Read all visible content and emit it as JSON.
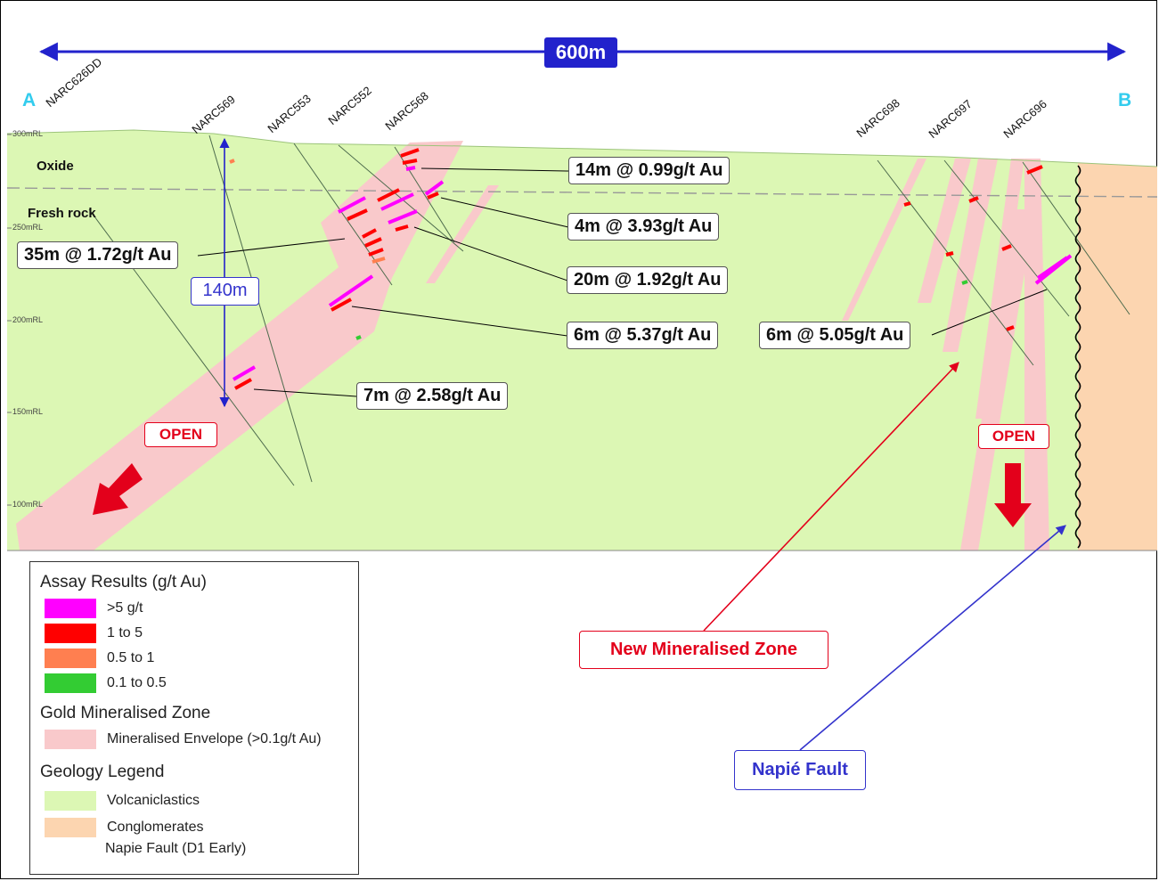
{
  "scale_bar": {
    "label": "600m"
  },
  "section_ends": {
    "start": "A",
    "end": "B"
  },
  "drillholes": [
    "NARC626DD",
    "NARC569",
    "NARC553",
    "NARC552",
    "NARC568",
    "NARC698",
    "NARC697",
    "NARC696"
  ],
  "rl_labels": [
    "300mRL",
    "250mRL",
    "200mRL",
    "150mRL",
    "100mRL"
  ],
  "zones": {
    "oxide": "Oxide",
    "fresh": "Fresh rock"
  },
  "depth_marker": {
    "label": "140m"
  },
  "intercepts": [
    {
      "text": "14m @ 0.99g/t Au"
    },
    {
      "text": "4m @ 3.93g/t Au"
    },
    {
      "text": "35m @ 1.72g/t Au"
    },
    {
      "text": "20m @ 1.92g/t Au"
    },
    {
      "text": "6m @ 5.37g/t Au"
    },
    {
      "text": "6m @ 5.05g/t Au"
    },
    {
      "text": "7m @ 2.58g/t Au"
    }
  ],
  "open_labels": [
    "OPEN",
    "OPEN"
  ],
  "annotations": {
    "new_zone": {
      "text": "New Mineralised Zone",
      "color": "#e3001b"
    },
    "fault": {
      "text": "Napié Fault",
      "color": "#3333cc"
    }
  },
  "legend": {
    "assay_title": "Assay Results (g/t Au)",
    "assay_items": [
      {
        "label": ">5 g/t",
        "color": "#ff00ff"
      },
      {
        "label": "1 to 5",
        "color": "#ff0000"
      },
      {
        "label": "0.5 to 1",
        "color": "#ff7f50"
      },
      {
        "label": "0.1 to 0.5",
        "color": "#33cc33"
      }
    ],
    "zone_title": "Gold Mineralised Zone",
    "zone_items": [
      {
        "label": "Mineralised Envelope (>0.1g/t Au)",
        "color": "#f9c9cb"
      }
    ],
    "geology_title": "Geology Legend",
    "geology_items": [
      {
        "label": "Volcaniclastics",
        "color": "#dcf7b4"
      },
      {
        "label": "Conglomerates",
        "color": "#fcd5b0"
      }
    ],
    "fault_item": {
      "label": "Napie Fault (D1 Early)"
    }
  },
  "colors": {
    "volcaniclastics": "#dcf7b4",
    "conglomerates": "#fcd5b0",
    "envelope": "#f9c9cb",
    "scale_bar": "#2222cc",
    "open": "#e3001b"
  }
}
